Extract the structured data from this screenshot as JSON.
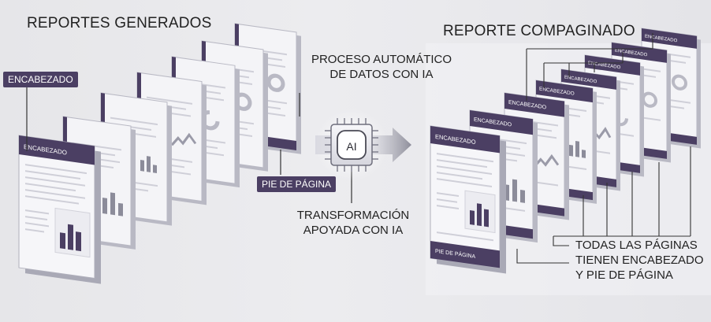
{
  "diagram": {
    "left_title": "REPORTES GENERADOS",
    "right_title": "REPORTE COMPAGINADO",
    "process_label_line1": "PROCESO AUTOMÁTICO",
    "process_label_line2": "DE DATOS CON IA",
    "transform_label_line1": "TRANSFORMACIÓN",
    "transform_label_line2": "APOYADA CON IA",
    "chip_label": "AI",
    "header_tag": "ENCABEZADO",
    "footer_tag": "PIE DE PÁGINA",
    "page_header_text": "ENCABEZADO",
    "page_footer_text": "PIE DE PÁGINA",
    "note_line1": "TODAS LAS PÁGINAS",
    "note_line2": "TIENEN ENCABEZADO",
    "note_line3": "Y PIE DE PÁGINA"
  },
  "colors": {
    "accent": "#4b3f63",
    "paper": "#f4f4f7",
    "line": "#b9b9c4",
    "background": "#e9e9ec"
  }
}
